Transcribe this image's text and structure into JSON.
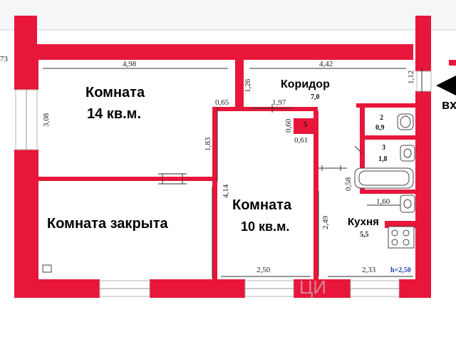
{
  "rooms": {
    "room14": {
      "name": "Комната",
      "area": "14 кв.м."
    },
    "room_closed": {
      "name": "Комната закрыта"
    },
    "room10": {
      "name": "Комната",
      "area": "10 кв.м."
    },
    "corridor": {
      "name": "Коридор",
      "area": "7,0"
    },
    "kitchen": {
      "name": "Кухня",
      "area": "5,5"
    },
    "bath_2": {
      "number": "2",
      "area": "0,9"
    },
    "bath_3": {
      "number": "3",
      "area": "1,8"
    },
    "closet_5": {
      "number": "5"
    }
  },
  "entrance_label": "вх",
  "ceiling_height": "h=2,50",
  "dimensions": {
    "d_73": "73",
    "d_498": "4,98",
    "d_442": "4,42",
    "d_126": "1,26",
    "d_112": "1,12",
    "d_308": "3,08",
    "d_065": "0,65",
    "d_197": "1,97",
    "d_060": "0,60",
    "d_061": "0,61",
    "d_183": "1,83",
    "d_414": "4,14",
    "d_058": "0,58",
    "d_160": "1,60",
    "d_249": "2,49",
    "d_250": "2,50",
    "d_233": "2,33"
  },
  "watermark": "ЦИ",
  "colors": {
    "wall": "#e8163a",
    "background": "#ffffff"
  }
}
